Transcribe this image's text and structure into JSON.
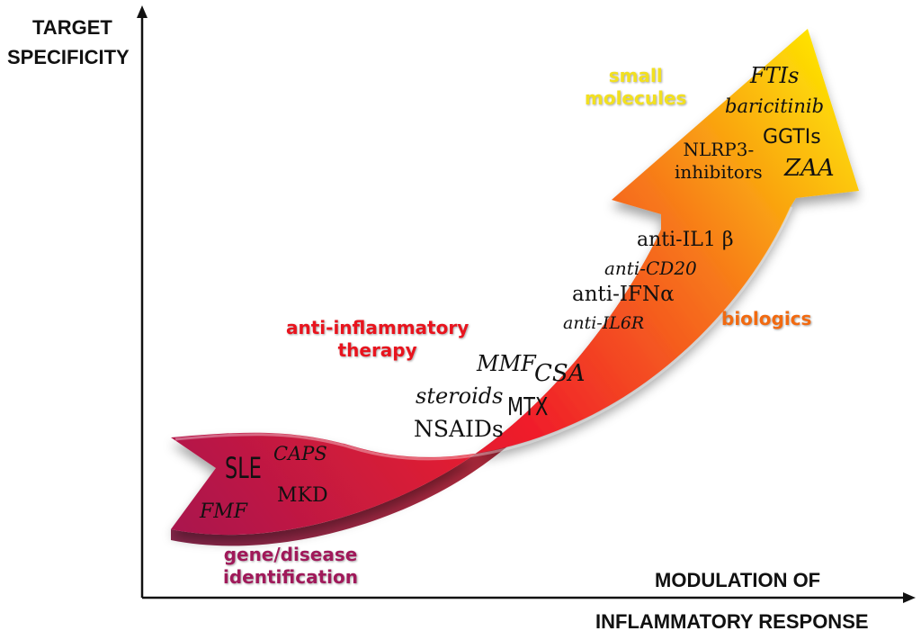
{
  "axes": {
    "y_title_line1": "TARGET",
    "y_title_line2": "SPECIFICITY",
    "x_title_line1": "MODULATION OF",
    "x_title_line2": "INFLAMMATORY RESPONSE"
  },
  "categories": {
    "gene_line1": "gene/disease",
    "gene_line2": "identification",
    "anti_line1": "anti-inflammatory",
    "anti_line2": "therapy",
    "biologics": "biologics",
    "small_line1": "small",
    "small_line2": "molecules"
  },
  "colors": {
    "gene": "#a0195a",
    "anti": "#e8141e",
    "biologics": "#f26a10",
    "small": "#f2e020",
    "arrow_start": "#a8174f",
    "arrow_mid": "#f01d2a",
    "arrow_orange": "#f7781a",
    "arrow_end": "#fff200"
  },
  "drugs": {
    "sle": "SLE",
    "caps": "CAPS",
    "fmf": "FMF",
    "mkd": "MKD",
    "mmf": "MMF",
    "csa": "CSA",
    "steroids": "steroids",
    "mtx": "MTX",
    "nsaids": "NSAIDs",
    "anti_il1b": "anti-IL1 β",
    "anti_cd20": "anti-CD20",
    "anti_ifna": "anti-IFNα",
    "anti_il6r": "anti-IL6R",
    "ftis": "FTIs",
    "baricitinib": "baricitinib",
    "nlrp3_line1": "NLRP3-",
    "nlrp3_line2": "inhibitors",
    "ggtis": "GGTIs",
    "zaa": "ZAA"
  }
}
